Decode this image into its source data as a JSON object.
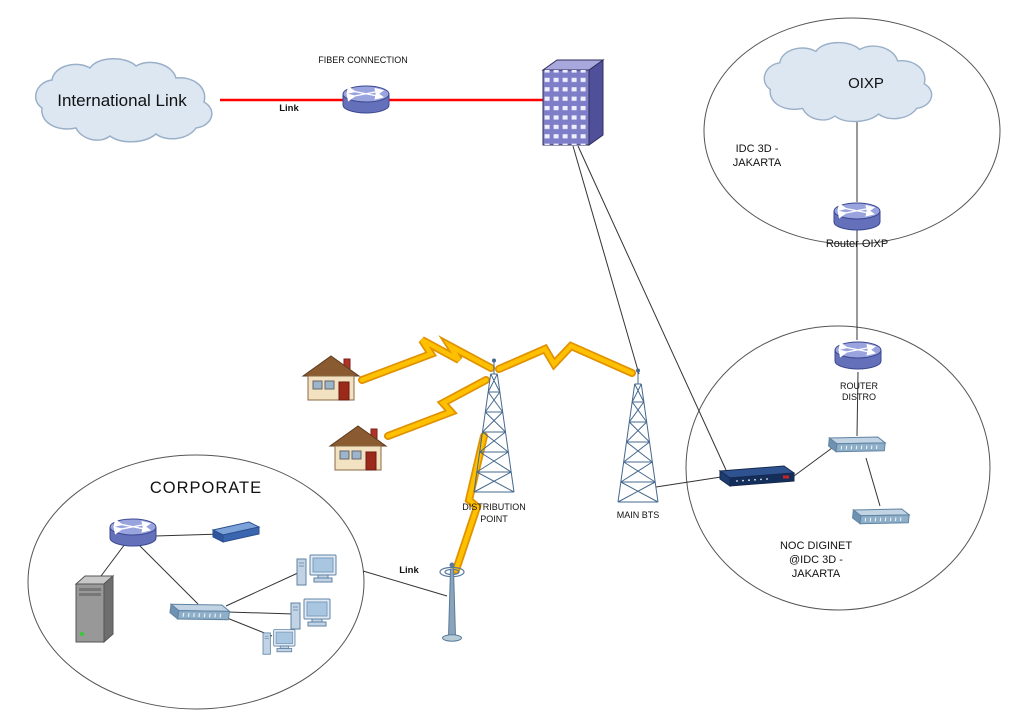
{
  "diagram": {
    "type": "network-topology",
    "nodes": {
      "international_link": {
        "label": "International Link"
      },
      "fiber_connection": {
        "label": "FIBER CONNECTION",
        "link_label": "Link"
      },
      "oixp_zone": {
        "cloud_label": "OIXP",
        "idc_label_line1": "IDC 3D -",
        "idc_label_line2": "JAKARTA",
        "router_label": "Router OIXP"
      },
      "noc_zone": {
        "router_label_line1": "ROUTER",
        "router_label_line2": "DISTRO",
        "caption_line1": "NOC DIGINET",
        "caption_line2": "@IDC 3D -",
        "caption_line3": "JAKARTA"
      },
      "main_bts": {
        "label": "MAIN BTS"
      },
      "distribution_point": {
        "label_line1": "DISTRIBUTION",
        "label_line2": "POINT"
      },
      "corporate": {
        "label": "CORPORATE"
      },
      "wireless_link": {
        "label": "Link"
      }
    },
    "colors": {
      "fiber_line": "#ff0000",
      "lightning": "#ffc000",
      "lightning_outline": "#e09200",
      "connector": "#333333",
      "zone_stroke": "#555555"
    }
  }
}
